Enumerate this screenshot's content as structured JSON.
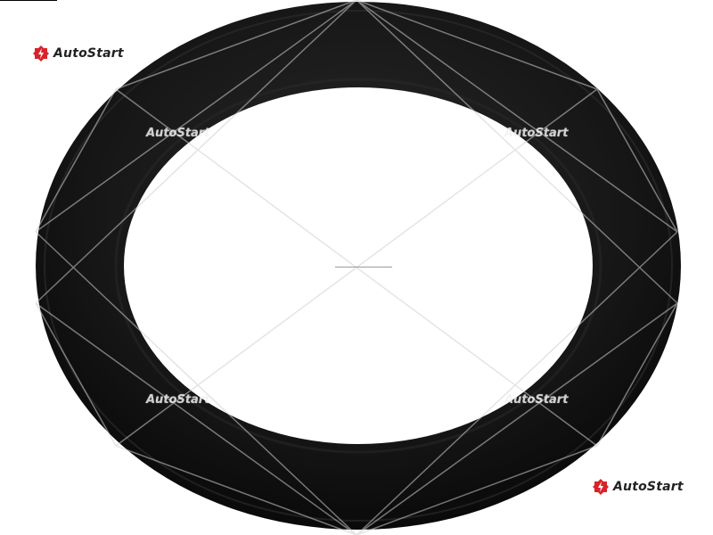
{
  "brand": {
    "name": "AutoStart",
    "accent_color": "#d8232a",
    "text_color": "#222222"
  },
  "watermarks": [
    "AutoStart",
    "AutoStart",
    "AutoStart",
    "AutoStart"
  ],
  "product": {
    "ring_color": "#111111",
    "background_color": "#ffffff"
  }
}
